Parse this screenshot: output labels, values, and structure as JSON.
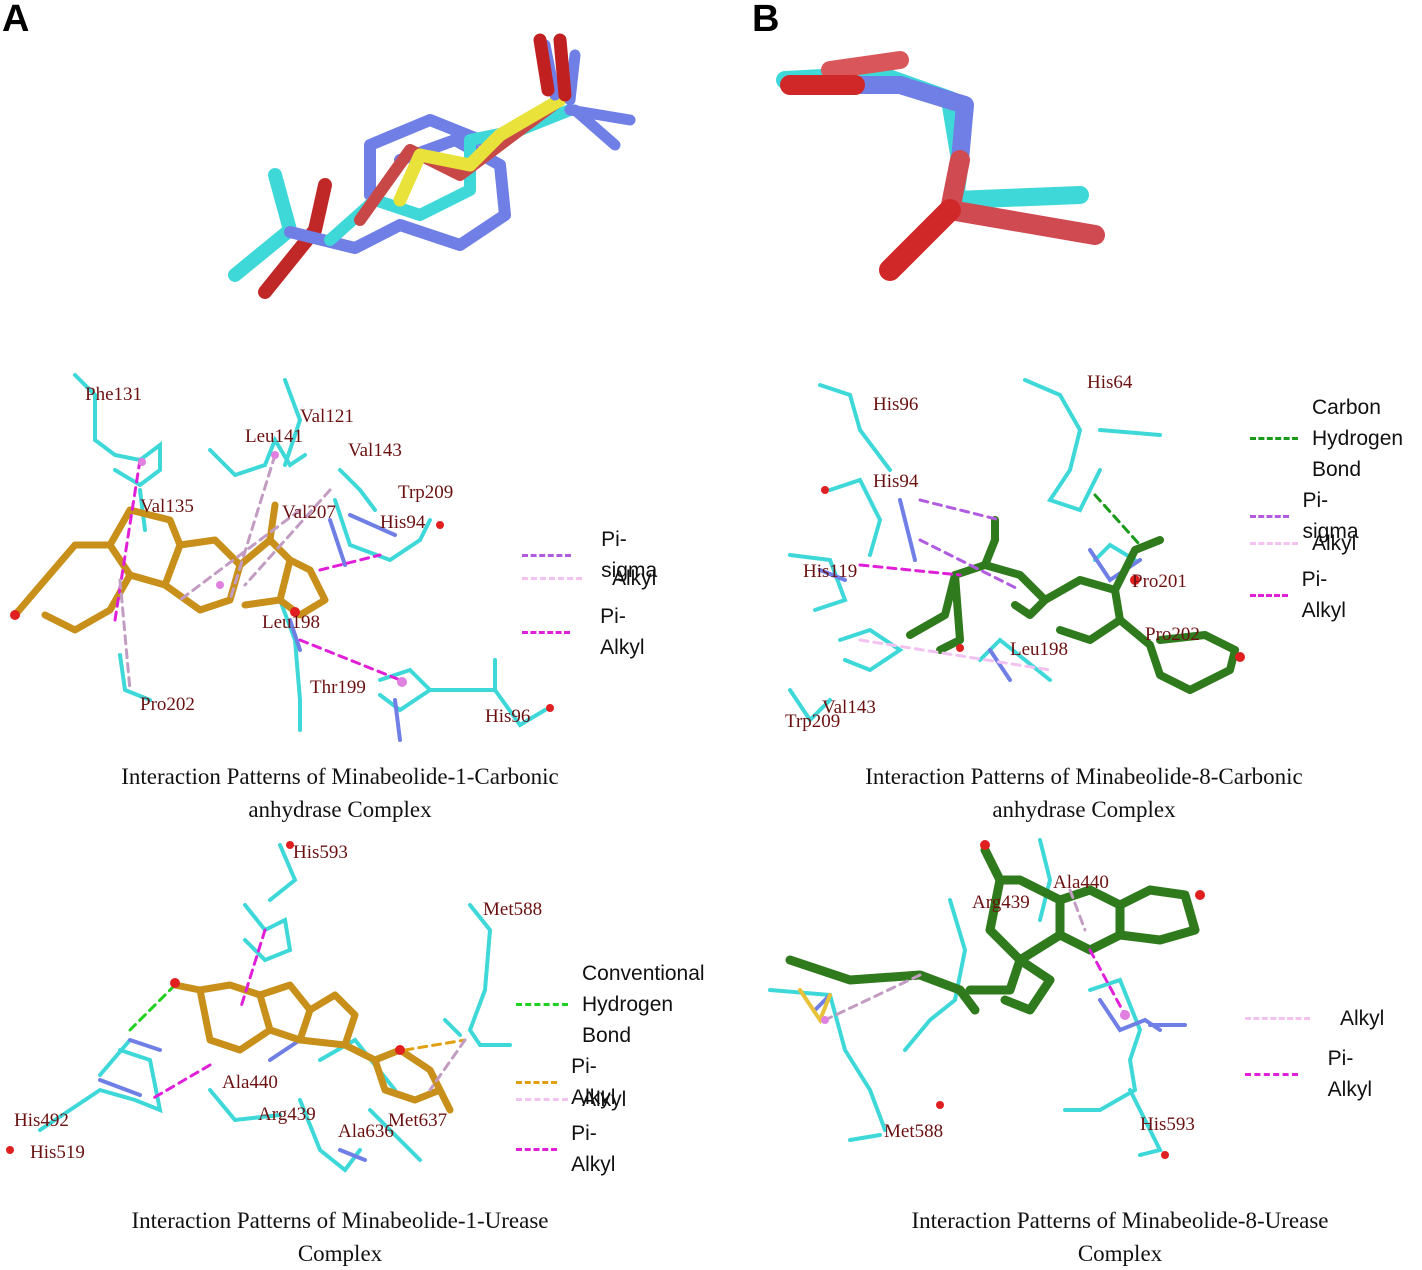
{
  "panels": {
    "a": {
      "letter": "A"
    },
    "b": {
      "letter": "B"
    }
  },
  "residues": {
    "a_ca": [
      "Phe131",
      "Val121",
      "Leu141",
      "Val143",
      "Trp209",
      "Val135",
      "Val207",
      "His94",
      "Leu198",
      "Thr199",
      "Pro202",
      "His96"
    ],
    "a_ur": [
      "His593",
      "Met588",
      "Ala440",
      "Arg439",
      "Ala636",
      "Met637",
      "His492",
      "His519"
    ],
    "b_ca": [
      "His96",
      "His64",
      "His94",
      "His119",
      "Pro201",
      "Leu198",
      "Pro202",
      "Val143",
      "Trp209"
    ],
    "b_ur": [
      "Ala440",
      "Arg439",
      "Met588",
      "His593"
    ]
  },
  "captions": {
    "a_ca": [
      "Interaction Patterns of Minabeolide-1-Carbonic",
      "anhydrase Complex"
    ],
    "b_ca": [
      "Interaction Patterns of Minabeolide-8-Carbonic",
      "anhydrase Complex"
    ],
    "a_ur": [
      "Interaction Patterns of Minabeolide-1-Urease",
      "Complex"
    ],
    "b_ur": [
      "Interaction Patterns of Minabeolide-8-Urease",
      "Complex"
    ]
  },
  "legends": {
    "a_ca": [
      {
        "label": "Pi-sigma",
        "color": "#b15ce0"
      },
      {
        "label": "Alkyl",
        "color": "#f2c2f0"
      },
      {
        "label": "Pi-Alkyl",
        "color": "#e020d8"
      }
    ],
    "b_ca": [
      {
        "label": "Carbon\nHydrogen\nBond",
        "color": "#1a9a1a"
      },
      {
        "label": "Pi-sigma",
        "color": "#b15ce0"
      },
      {
        "label": "Alkyl",
        "color": "#f2c2f0"
      },
      {
        "label": "Pi-Alkyl",
        "color": "#e020d8"
      }
    ],
    "a_ur": [
      {
        "label": "Conventional\nHydrogen\nBond",
        "color": "#22d022"
      },
      {
        "label": "Pi-Alkyl",
        "color": "#e0a010"
      },
      {
        "label": "Alkyl",
        "color": "#f2c2f0"
      },
      {
        "label": "Pi-Alkyl",
        "color": "#e020d8"
      }
    ],
    "b_ur": [
      {
        "label": "Alkyl",
        "color": "#f2c2f0"
      },
      {
        "label": "Pi-Alkyl",
        "color": "#e020d8"
      }
    ]
  },
  "colors": {
    "cyan": "#3fd8d8",
    "blue": "#6f7fe6",
    "red": "#d82a2a",
    "yellow": "#e8e23a",
    "gold": "#c8901a",
    "green": "#2f7a1c",
    "salmon": "#d9575a"
  }
}
